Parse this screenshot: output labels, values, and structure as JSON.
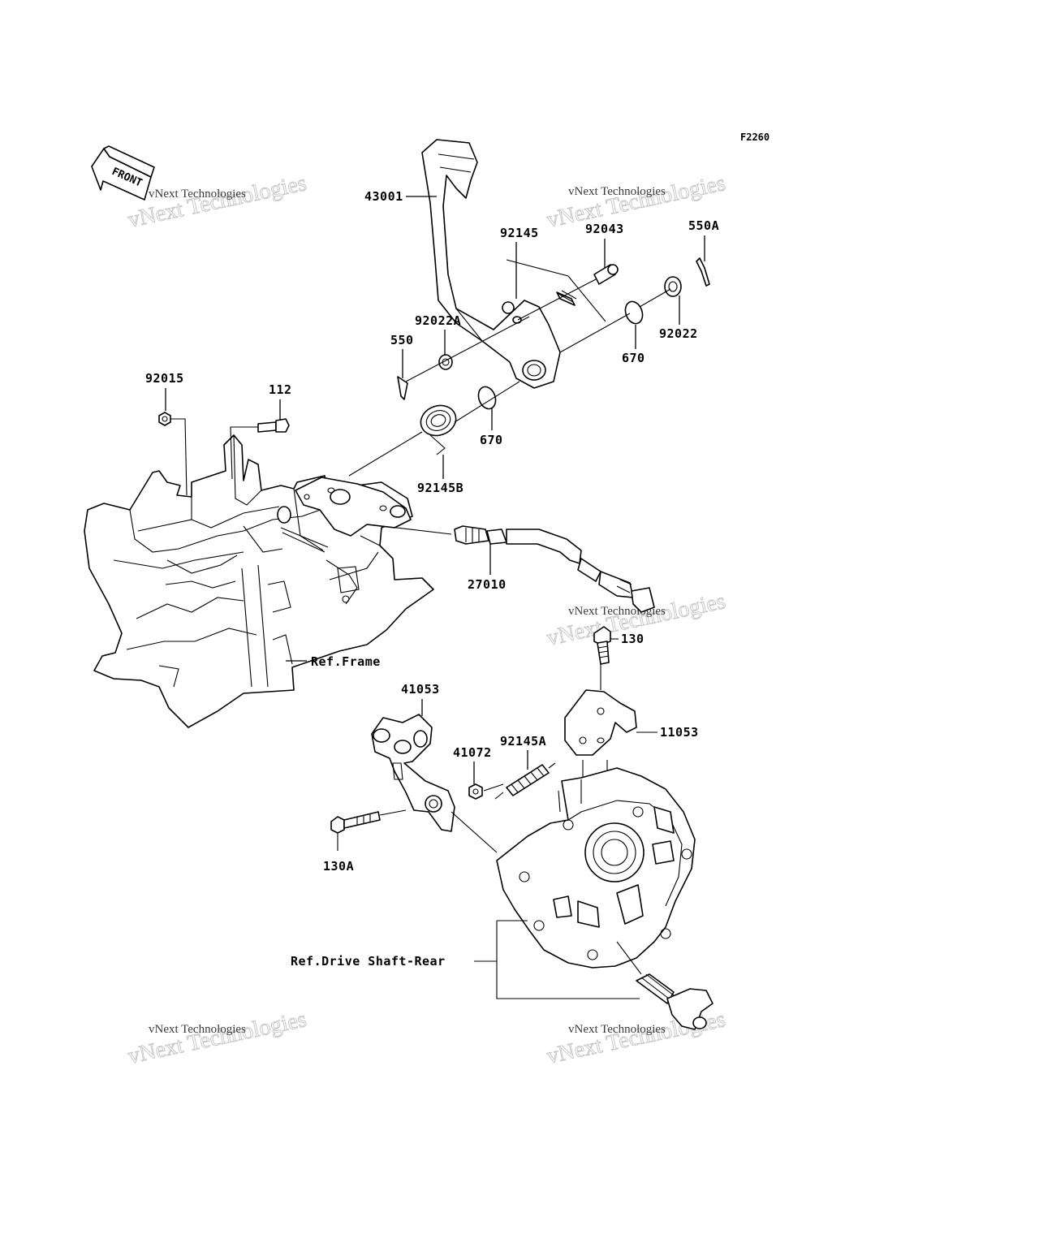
{
  "figure_code": "F2260",
  "front_label": "FRONT",
  "watermark": {
    "line1": "vNext Technologies",
    "line2": "vNext Technologies"
  },
  "part_labels": {
    "p43001": "43001",
    "p92145": "92145",
    "p92043": "92043",
    "p550A": "550A",
    "p92022A": "92022A",
    "p550": "550",
    "p670a": "670",
    "p92022": "92022",
    "p670b": "670",
    "p92015": "92015",
    "p112": "112",
    "p92145B": "92145B",
    "p27010": "27010",
    "p130": "130",
    "p41053": "41053",
    "p11053": "11053",
    "p41072": "41072",
    "p92145A": "92145A",
    "p130A": "130A"
  },
  "ref_labels": {
    "frame": "Ref.Frame",
    "drive_shaft": "Ref.Drive Shaft-Rear"
  }
}
